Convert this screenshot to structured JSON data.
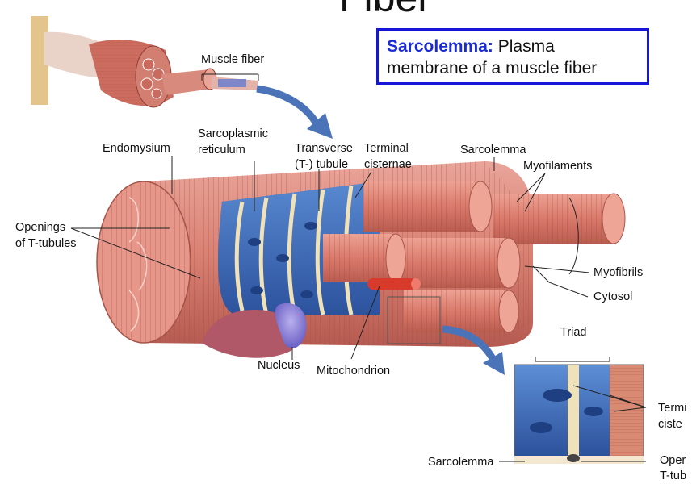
{
  "title": "Fiber",
  "definition": {
    "term": "Sarcolemma:",
    "text_line1": "Plasma",
    "text_line2": "membrane of a muscle fiber",
    "border_color": "#1616d8",
    "term_color": "#1a2bd6"
  },
  "labels": {
    "muscle_fiber": "Muscle fiber",
    "endomysium": "Endomysium",
    "sarcoplasmic_1": "Sarcoplasmic",
    "sarcoplasmic_2": "reticulum",
    "transverse_1": "Transverse",
    "transverse_2": "(T-) tubule",
    "terminal_1": "Terminal",
    "terminal_2": "cisternae",
    "sarcolemma_top": "Sarcolemma",
    "myofilaments": "Myofilaments",
    "openings_1": "Openings",
    "openings_2": "of T-tubules",
    "myofibrils": "Myofibrils",
    "cytosol": "Cytosol",
    "triad": "Triad",
    "nucleus": "Nucleus",
    "mitochondrion": "Mitochondrion",
    "sarcolemma_bottom": "Sarcolemma",
    "termi_1": "Termi",
    "termi_2": "ciste",
    "oper_1": "Oper",
    "oper_2": "T-tub"
  },
  "colors": {
    "muscle": "#d97c6e",
    "muscle_dark": "#b8574c",
    "reticulum": "#3d6fb8",
    "tubule": "#f0e2b8",
    "nucleus": "#8f86d6",
    "arrow": "#4a73b8"
  }
}
